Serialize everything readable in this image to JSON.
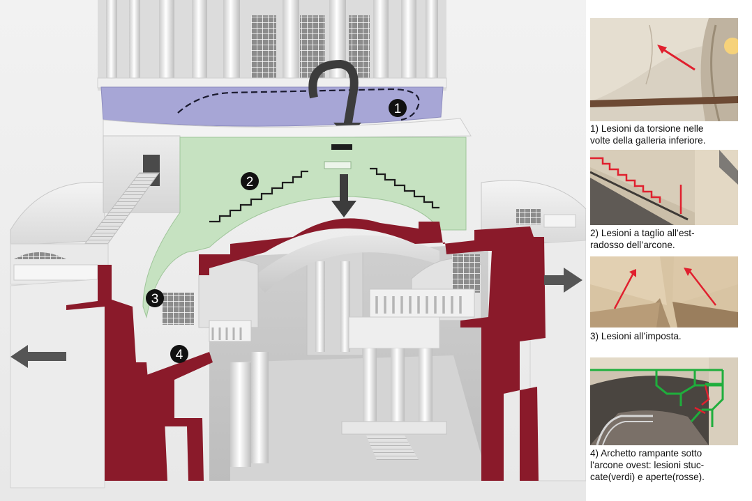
{
  "markers": [
    "1",
    "2",
    "3",
    "4"
  ],
  "colors": {
    "section_red": "#8a1a2a",
    "drum_blue": "#a7a6d6",
    "arch_green": "#c6e2c1",
    "crack_red": "#e0202e",
    "crack_green": "#1fae3c",
    "arrow_gray": "#555555"
  },
  "panels": [
    {
      "caption_lines": [
        "1) Lesioni da torsione nelle",
        "volte della galleria inferiore."
      ]
    },
    {
      "caption_lines": [
        "2) Lesioni a taglio all’est-",
        "radosso dell’arcone."
      ]
    },
    {
      "caption_lines": [
        "3) Lesioni all’imposta."
      ]
    },
    {
      "caption_lines": [
        "4) Archetto rampante sotto",
        "l’arcone ovest: lesioni stuc-",
        "cate(verdi) e aperte(rosse)."
      ]
    }
  ]
}
